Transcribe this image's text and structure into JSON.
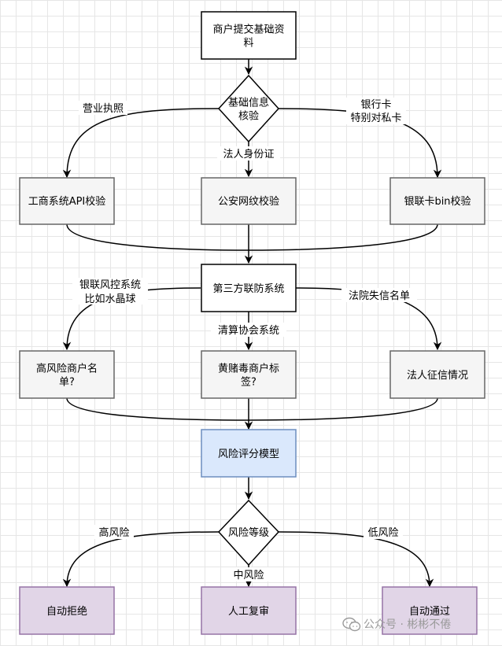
{
  "nodes": {
    "submit": "商户提交基础资料",
    "basic_check": "基础信息核验",
    "gongshang": "工商系统API校验",
    "gongan": "公安网纹校验",
    "yinlian_bin": "银联卡bin校验",
    "third_party": "第三方联防系统",
    "high_risk_list": "高风险商户名单?",
    "gambling_tag": "黄赌毒商户标签?",
    "credit": "法人征信情况",
    "risk_model": "风险评分模型",
    "risk_level": "风险等级",
    "reject": "自动拒绝",
    "manual": "人工复审",
    "pass": "自动通过"
  },
  "edges": {
    "business_license": "营业执照",
    "legal_id": "法人身份证",
    "bank_card_1": "银行卡",
    "bank_card_2": "特别对私卡",
    "yinlian_risk_1": "银联风控系统",
    "yinlian_risk_2": "比如水晶球",
    "clearing": "清算协会系统",
    "court": "法院失信名单",
    "high": "高风险",
    "mid": "中风险",
    "low": "低风险"
  },
  "watermark": "公众号 · 彬彬不倦",
  "colors": {
    "stroke": "#000000",
    "gray_fill": "#f5f5f5",
    "gray_stroke": "#666666",
    "blue_fill": "#dae8fc",
    "blue_stroke": "#6c8ebf",
    "purple_fill": "#e1d5e7",
    "purple_stroke": "#9673a6"
  }
}
